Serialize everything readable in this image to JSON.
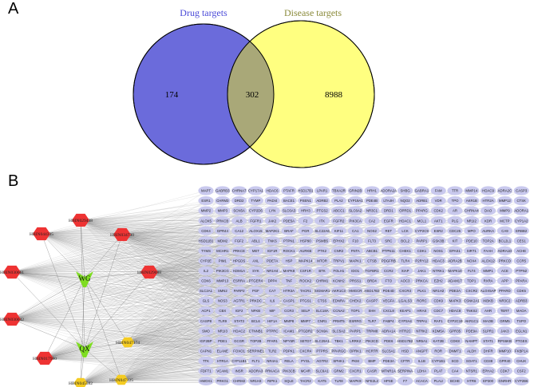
{
  "panels": {
    "a": "A",
    "b": "B"
  },
  "venn": {
    "left_label": "Drug targets",
    "right_label": "Disease targets",
    "left_only": "174",
    "overlap": "302",
    "right_only": "8988",
    "colors": {
      "left": "#6b6bdb",
      "right": "#ffff80",
      "overlap": "#a9a878",
      "left_label": "#4a4ad8",
      "right_label": "#8a8a3a"
    }
  },
  "network": {
    "herbs": [
      "WG",
      "QX"
    ],
    "compounds": [
      "HBIN044335",
      "HBIN029438",
      "HBIN034730",
      "HBIN030661",
      "HBIN029088",
      "HBIN030042",
      "HBIN047174",
      "HBIN017980",
      "HBIN047125",
      "HBIN045582"
    ],
    "compound_colors": {
      "red": "#ee3333",
      "yellow": "#f5cc22"
    },
    "target_color": "#c9c9ee",
    "herb_color": "#7fdd22",
    "targets": [
      "MAPT",
      "GABRB3",
      "CHRNA7",
      "CYP17A1",
      "HDAC6",
      "PTAFR",
      "HSD17B1",
      "LPAR1",
      "TBXA2R",
      "GRIN2B",
      "HRH1",
      "ADORA2A",
      "SHBG",
      "GABRA1",
      "FAM",
      "TTR",
      "MMP14",
      "HDAC9",
      "ADRA2C",
      "CASP3",
      "ESR1",
      "CHRM3",
      "DRD2",
      "TYMP",
      "PADI4",
      "BACE1",
      "PSEN1",
      "ADRB2",
      "PLA2",
      "CYP19A1",
      "PDE4B",
      "LTA4H",
      "NQO2",
      "ADRB1",
      "VDR",
      "TPO",
      "AKR1B",
      "HTR2A",
      "MMP12",
      "CTSK",
      "MMP2",
      "MMP3",
      "SCN5A",
      "CYP2D6",
      "LYN",
      "SLC6A3",
      "HRH3",
      "PTGS2",
      "ABCC1",
      "SLC6A2",
      "NR3C1",
      "DRD1",
      "OPRD1",
      "PPARG",
      "CDK2",
      "AR",
      "CHRNA4",
      "DAO",
      "MMP9",
      "ADORA1",
      "ALOX5",
      "PRKCB",
      "ALB",
      "FGFR1",
      "JAK2",
      "PDE5A",
      "F2",
      "ITK",
      "FGFR2",
      "PIK3CA",
      "CA2",
      "EGFR",
      "HDAC1",
      "MCL1",
      "AKT1",
      "PLG",
      "NR1I2",
      "KDR",
      "MCTP",
      "CYP1A2",
      "CDK4",
      "GPR44",
      "CA12",
      "ALOX15",
      "MAP2K1",
      "BRAF",
      "PGR",
      "SLC22A6",
      "KIF11",
      "CA1",
      "NOS2",
      "RET",
      "LCK",
      "CYP2C9",
      "ESR2",
      "CDC25",
      "MPO",
      "AURKA",
      "CA9",
      "ERBB2",
      "HSD11B1",
      "MDM2",
      "FGF2",
      "ABL1",
      "TNKS",
      "PTPN1",
      "HSP90",
      "PSMB5",
      "EPHX2",
      "F10",
      "FLT3",
      "SRC",
      "BCL2",
      "PARP1",
      "GSK3B",
      "KIT",
      "PDE10",
      "TOP2A",
      "BCL2L1",
      "CES1",
      "TYMS",
      "MCHR1",
      "PRKCE",
      "MET",
      "IGF1R",
      "ROCK1",
      "AURKB",
      "PTK2",
      "CNR2",
      "FNTA",
      "ABCB1",
      "PTPN11",
      "CHEK1",
      "CDK1",
      "NOS1",
      "EPAS1",
      "SIRT1",
      "FAAH",
      "ADRA1D",
      "ACHE",
      "CYP2E",
      "PIM1",
      "HPGDS",
      "AXL",
      "PDE7A",
      "HSP",
      "MAPK14",
      "MTOR",
      "TRPV1",
      "MAPK1",
      "CTSB",
      "PDGFRB",
      "TLR4",
      "P2RY12",
      "HDAC3",
      "ADRA2B",
      "NOX4",
      "ALOX12",
      "PRKCD",
      "CCR5",
      "IL2",
      "PIK3CG",
      "KDM1A",
      "SYK",
      "NR1H4",
      "MAPK8",
      "CSF1R",
      "BTK",
      "FOLH1",
      "IDO1",
      "TGFBR1",
      "CCR2",
      "XIAP",
      "JAK1",
      "NTRK1",
      "MAPK10",
      "FLT4",
      "MMP1",
      "ACE",
      "PTPN2",
      "CDK6",
      "MMP13",
      "ESRRA",
      "PTGER4",
      "DPP4",
      "TNF",
      "ROCK2",
      "CHRM1",
      "KCNH2",
      "PRSS1",
      "BRD4",
      "FTO",
      "AOC3",
      "PRKCA",
      "EZH2",
      "ADAM17",
      "TDP1",
      "RXRA",
      "APP",
      "PPARA",
      "SLC2A1",
      "SMN2",
      "PARP2",
      "PGF",
      "CA7",
      "HTR3A",
      "TACR1",
      "SIGMAR1",
      "AKR1C3",
      "HMGCR",
      "HSD17B3",
      "PDE4D",
      "CXCR3",
      "PLK1",
      "NR1H2",
      "PDE2A",
      "CXCR2",
      "ALOX5AP",
      "PPARD",
      "CDK5",
      "GLS",
      "NOS3",
      "AGTR1",
      "PRKDC",
      "IL6",
      "CASP1",
      "PTGS1",
      "CTSS",
      "EDNRA",
      "CHEK2",
      "CASP7",
      "VEGFA",
      "LGALS3",
      "RORC",
      "CDK9",
      "MAPK3",
      "CSNK2A1",
      "IKBKB",
      "NR3C2",
      "ADRB3",
      "ACP1",
      "CBX",
      "IGF2",
      "NFKB",
      "MIF",
      "CCR3",
      "SELP",
      "SLC18A",
      "CCNA2",
      "TOP1",
      "SHH",
      "CXCL8",
      "KEAP1",
      "HRAS",
      "CDC7",
      "HDAC8",
      "TNKS2",
      "AHR",
      "TERT",
      "MAOA",
      "CASP8",
      "TLR9",
      "STAT3",
      "BCL6",
      "HIF1A",
      "MMP8",
      "MMP7",
      "CNR1",
      "PRMT5",
      "ESRRG",
      "TLR7",
      "FABP4",
      "CYP3A4",
      "TRPA1",
      "RAF1",
      "CYP2C19",
      "AKR1C1",
      "MAOB",
      "GRM5",
      "TSPO",
      "SMO",
      "NR1I3",
      "HDAC2",
      "CTNNB1",
      "PTPRC",
      "ICAM1",
      "PTGDR2",
      "SCN9A",
      "SLC5A2",
      "PARP1",
      "TRPM8",
      "ADRA1A",
      "HTR2C",
      "NTRK2",
      "KDM5A",
      "GPR35",
      "PDE9A",
      "S1PR1",
      "JAK3",
      "EGLN1",
      "IGF2BP",
      "PDE1",
      "GCGR",
      "TOP2B",
      "FFAR1",
      "NPY5R",
      "SETD7",
      "SLC29A1",
      "TBK1",
      "LRRK2",
      "PIK3CD",
      "PDE6",
      "HSD17B2",
      "NR5A1",
      "KAT2B",
      "CDK8",
      "NAMPT",
      "STAT1",
      "RPS6KB",
      "PTGES",
      "CAPN1",
      "ELANE",
      "FOXO1",
      "SERPINE1",
      "TLR2",
      "PDPK1",
      "CXCR4",
      "PTPRS",
      "PPARGC",
      "OPRK1",
      "HCRTR",
      "SLC5A1",
      "HSD",
      "ANGPT",
      "ROR",
      "DNMT1",
      "ALDH",
      "DHFR",
      "MMP10",
      "FKBP1A",
      "TTK",
      "HTR1A",
      "CYP11B1",
      "FLT1",
      "NR4A1",
      "RELA",
      "PYGL",
      "AGTR2",
      "SPHK1",
      "PKM",
      "BMP",
      "PDE3A",
      "CFTR",
      "IL1B",
      "CYP1B1",
      "SCD",
      "SOAT1",
      "CD38",
      "GPR40",
      "CHUK",
      "FDFT1",
      "VCAM1",
      "INSR",
      "ADORA3",
      "PRKACA",
      "PIK3CB",
      "MC4R",
      "SLC9A1",
      "GRM2",
      "CXCR1",
      "CASR",
      "MTNR1A",
      "SERPINA",
      "LDHA",
      "PLAT",
      "CA4",
      "NTSR1",
      "EPHA2",
      "CDK7",
      "CSF2",
      "HMOX1",
      "PRKG1",
      "CHRM2",
      "NR1H3",
      "RIPK1",
      "SQLE",
      "TACR2",
      "KAT5",
      "TLR8",
      "MAPK9",
      "NFE2L2",
      "HPSE",
      "F7",
      "ACACA",
      "PLAU",
      "BCHE",
      "HTR6",
      "EP300",
      "GNRHR",
      "CYP2B6"
    ]
  }
}
